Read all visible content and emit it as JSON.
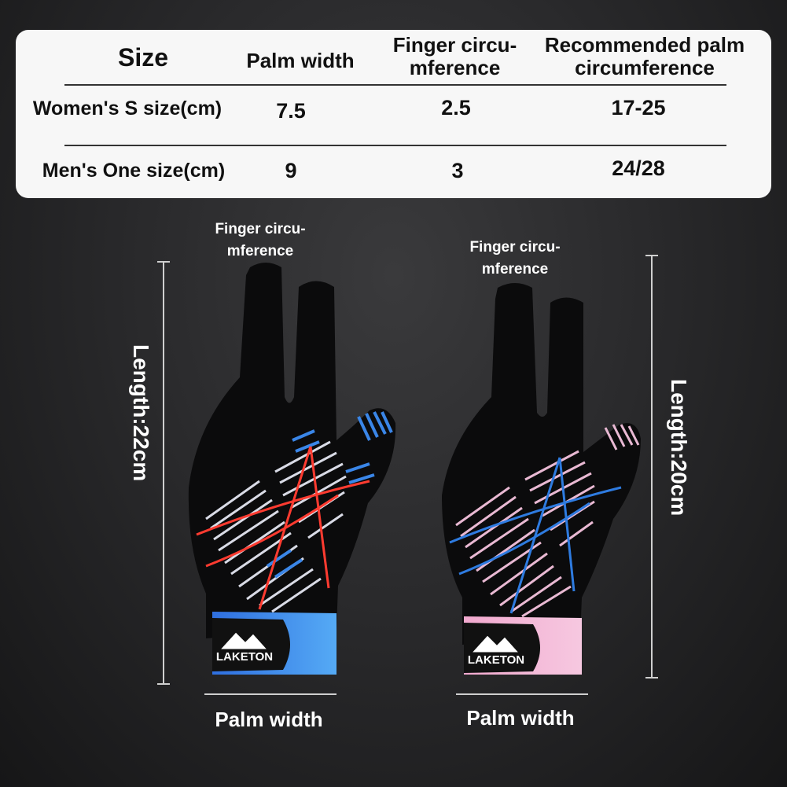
{
  "table": {
    "headers": {
      "size": "Size",
      "palm_width": "Palm width",
      "finger_circ": [
        "Finger circu-",
        "mference"
      ],
      "recommended": [
        "Recommended palm",
        "circumference"
      ]
    },
    "rows": [
      {
        "label": "Women's S size(cm)",
        "palm_width": "7.5",
        "finger_circ": "2.5",
        "recommended": "17-25"
      },
      {
        "label": "Men's One size(cm)",
        "palm_width": "9",
        "finger_circ": "3",
        "recommended": "24/28"
      }
    ]
  },
  "left_glove": {
    "finger_label": [
      "Finger circu-",
      "mference"
    ],
    "length_label": "Length:22cm",
    "palm_label": "Palm width",
    "brand": "LAKETON",
    "accent_color": "#3a86e8",
    "stripe_color": "#ff3b30"
  },
  "right_glove": {
    "finger_label": [
      "Finger circu-",
      "mference"
    ],
    "length_label": "Length:20cm",
    "palm_label": "Palm width",
    "brand": "LAKETON",
    "accent_color": "#f2a9cf",
    "stripe_color": "#2e7be0"
  }
}
